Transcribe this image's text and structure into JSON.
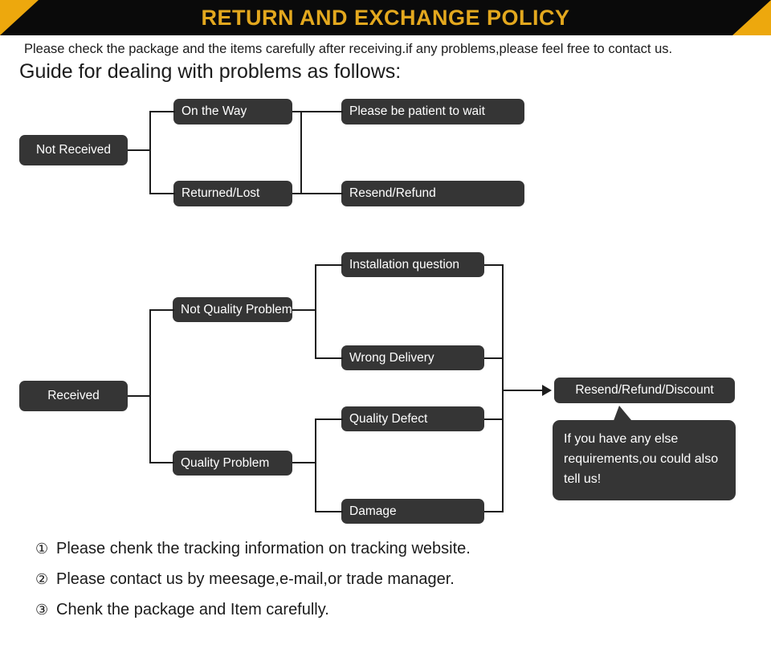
{
  "header": {
    "title": "RETURN AND EXCHANGE POLICY",
    "bg_black": "#0a0a0a",
    "bg_yellow": "#EDA80D",
    "title_color": "#E3A81E"
  },
  "intro": {
    "line1": "Please check the package and the items carefully after receiving.if any problems,please feel free to contact us.",
    "line2": "Guide for dealing with problems as follows:"
  },
  "flow_not_received": {
    "root": "Not Received",
    "branches": [
      {
        "cause": "On the Way",
        "action": "Please be patient to wait"
      },
      {
        "cause": "Returned/Lost",
        "action": "Resend/Refund"
      }
    ]
  },
  "flow_received": {
    "root": "Received",
    "groups": [
      {
        "label": "Not Quality Problem",
        "items": [
          "Installation question",
          "Wrong Delivery"
        ]
      },
      {
        "label": "Quality Problem",
        "items": [
          "Quality Defect",
          "Damage"
        ]
      }
    ],
    "outcome": "Resend/Refund/Discount",
    "callout": "If you have any else requirements,ou could also tell us!"
  },
  "notes": [
    {
      "num": "①",
      "text": "Please chenk the tracking information on tracking website."
    },
    {
      "num": "②",
      "text": "Please contact us by meesage,e-mail,or trade manager."
    },
    {
      "num": "③",
      "text": "Chenk the package and Item carefully."
    }
  ],
  "theme": {
    "box_fill": "#353535",
    "line_color": "#1d1d1d",
    "text_dark": "#1b1b1b"
  }
}
